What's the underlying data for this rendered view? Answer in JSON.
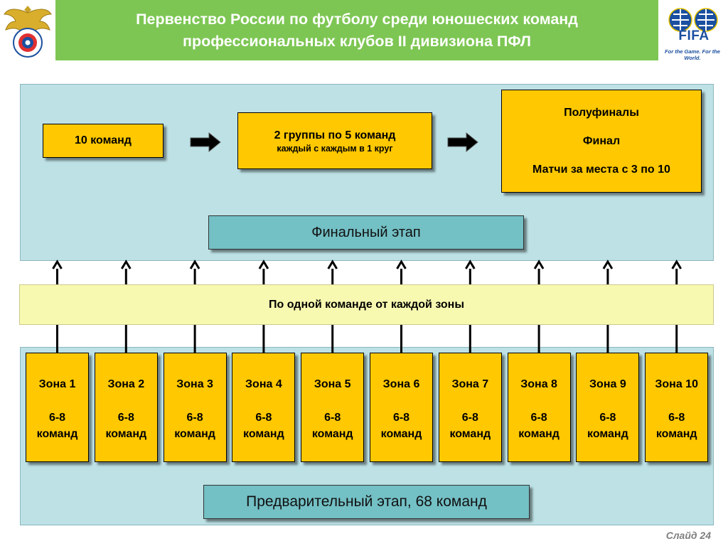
{
  "header": {
    "title": "Первенство России по футболу  среди юношеских команд\nпрофессиональных клубов II дивизиона ПФЛ"
  },
  "logos": {
    "left": "rfu-emblem",
    "right": {
      "text": "FIFA",
      "slogan": "For the Game. For the World."
    }
  },
  "final_stage": {
    "label": "Финальный этап",
    "step1": "10 команд",
    "step2": {
      "line1": "2 группы по 5 команд",
      "line2": "каждый с каждым в 1 круг"
    },
    "step3": [
      "Полуфиналы",
      "Финал",
      "Матчи за места с 3 по 10"
    ]
  },
  "middle": {
    "label": "По одной команде от каждой зоны"
  },
  "zones": [
    {
      "name": "Зона 1",
      "count": "6-8",
      "unit": "команд"
    },
    {
      "name": "Зона 2",
      "count": "6-8",
      "unit": "команд"
    },
    {
      "name": "Зона 3",
      "count": "6-8",
      "unit": "команд"
    },
    {
      "name": "Зона 4",
      "count": "6-8",
      "unit": "команд"
    },
    {
      "name": "Зона 5",
      "count": "6-8",
      "unit": "команд"
    },
    {
      "name": "Зона 6",
      "count": "6-8",
      "unit": "команд"
    },
    {
      "name": "Зона 7",
      "count": "6-8",
      "unit": "команд"
    },
    {
      "name": "Зона 8",
      "count": "6-8",
      "unit": "команд"
    },
    {
      "name": "Зона 9",
      "count": "6-8",
      "unit": "команд"
    },
    {
      "name": "Зона 10",
      "count": "6-8",
      "unit": "команд"
    }
  ],
  "preliminary_stage": {
    "label": "Предварительный этап, 68 команд"
  },
  "footer": {
    "slide": "Слайд 24"
  },
  "colors": {
    "header_green": "#7dc653",
    "panel": "#bde1e5",
    "box_yellow": "#ffc800",
    "stage_teal": "#73c0c5",
    "band_yellow": "#f8f9b1"
  }
}
